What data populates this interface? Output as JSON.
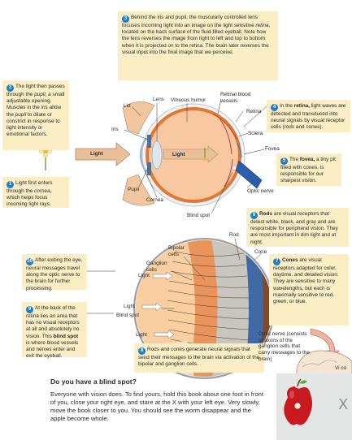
{
  "callouts": {
    "c1": {
      "num": "1",
      "a": "Light first enters through the ",
      "em": "cornea,",
      "b": " which helps focus incoming light rays."
    },
    "c2": {
      "num": "2",
      "a": "The light then passes through the ",
      "em1": "pupil,",
      "b": " a small adjustable opening. Muscles in the ",
      "em2": "iris",
      "c": " allow the ",
      "em3": "pupil",
      "d": " to dilate or constrict in response to light intensity or emotional factors."
    },
    "c3": {
      "num": "3",
      "a": "Behind the iris and pupil, the muscularly controlled lens focuses incoming light into an image on the light sensitive ",
      "em": "retina,",
      "b": " located on the back surface of the fluid-filled eyeball. Note how the lens reverses the image from right to left and top to bottom when it is projected on to the retina. The brain later reverses the visual input into the final image that we perceive."
    },
    "c4": {
      "num": "4",
      "a": "In the ",
      "strong": "retina,",
      "b": " light waves are detected and transduced into neural signals by visual receptor cells (rods and cones)."
    },
    "c5": {
      "num": "5",
      "a": "The ",
      "strong": "fovea,",
      "b": " a tiny pit filled with cones, is responsible for our sharpest vision."
    },
    "c6": {
      "num": "6",
      "strong": "Rods",
      "b": " are visual receptors that detect white, black, and gray and are responsible for peripheral vision. They are most important in dim light and at night."
    },
    "c7": {
      "num": "7",
      "strong": "Cones",
      "b": " are visual receptors adapted for color, daytime, and detailed vision. They are sensitive to many wavelengths, but each is maximally sensitive to red, green, or blue."
    },
    "c8": {
      "num": "8",
      "a": "Rods and cones generate neural signals that send their messages to the brain via activation of the bipolar and ganglion cells."
    },
    "c9": {
      "num": "9",
      "a": "At the back of the retina lies an area that has no visual receptors at all and absolutely no vision. This ",
      "strong": "blind spot",
      "b": " is where blood vessels and nerves enter and exit the eyeball."
    },
    "c10": {
      "num": "10",
      "a": "After exiting the eye, neural messages travel along the optic nerve to the brain for further processing."
    }
  },
  "eye_labels": {
    "lens": "Lens",
    "vitreous": "Vitreous humor",
    "retinal_vessels": "Retinal blood vessels",
    "lid": "Lid",
    "iris": "Iris",
    "retina": "Retina",
    "sclera": "Sclera",
    "fovea": "Fovea",
    "light_left": "Light",
    "light_inner": "Light",
    "pupil": "Pupil",
    "cornea": "Cornea",
    "blind_spot": "Blind spot",
    "optic_nerve": "Optic nerve"
  },
  "retina_labels": {
    "rod": "Rod",
    "bipolar": "Bipolar cells",
    "ganglion": "Ganglion cells",
    "cone": "Cone",
    "light1": "Light",
    "light2": "Light",
    "light3": "Light",
    "blind_spot": "Blind spot",
    "optic_nerve": "Optic nerve (consists of axons of the ganglion cells that carry messages to the brain)",
    "brain_label": "Vi co"
  },
  "blind_spot_test": {
    "title": "Do you have a blind spot?",
    "body": "Everyone with vision does. To find yours, hold this book about one foot in front of you, close your right eye, and stare at the X with your left eye. Very slowly, move the book closer to you. You should see the worm disappear and the apple become whole.",
    "x_mark": "X"
  },
  "colors": {
    "callout_bg": "#fbeec4",
    "badge": "#1f7fc4",
    "sclera": "#f2f3f4",
    "vitreous": "#f7c89f",
    "retina_band": "#e1742f",
    "arrow": "#e8b98d",
    "apple": "#c81d22"
  }
}
